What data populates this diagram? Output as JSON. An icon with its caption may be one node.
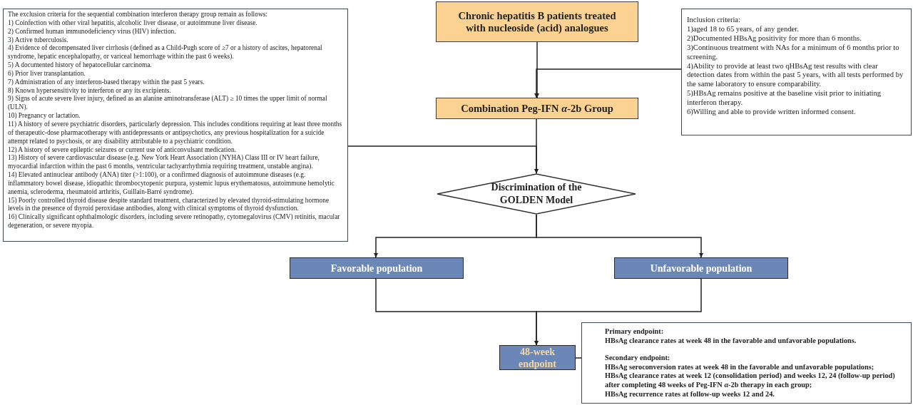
{
  "diagram": {
    "nodes": [
      {
        "text": [
          "Chronic hepatitis B patients treated with nucleoside (acid) analogues"
        ]
      },
      {
        "text": [
          "Inclusion criteria:",
          "1)aged 18 to 65 years, of any gender.",
          "2)Documented HBsAg positivity for more than 6 months.",
          "3)Continuous treatment with NAs for a minimum of 6 months prior to screening.",
          "4)Ability to provide at least two qHBsAg test results with clear detection dates from within the past 5 years, with all tests performed by the same laboratory to ensure comparability.",
          "5)HBsAg remains positive at the baseline visit prior to initiating interferon therapy.",
          "6)Willing and able to provide written informed consent."
        ]
      },
      {
        "text": [
          "Combination Peg-IFN *α*-2b Group"
        ]
      },
      {
        "text": [
          "The exclusion criteria for the sequential combination interferon therapy group remain as follows:",
          "1) Coinfection with other viral hepatitis, alcoholic liver disease, or autoimmune liver disease.",
          "2) Confirmed human immunodeficiency virus (HIV) infection.",
          "3) Active tuberculosis.",
          "4) Evidence of decompensated liver cirrhosis (defined as a Child-Pugh score of ≥7 or a history of ascites, hepatorenal syndrome, hepatic encephalopathy, or variceal hemorrhage within the past 6 weeks).",
          "5) A documented history of hepatocellular carcinoma.",
          "6) Prior liver transplantation.",
          "7) Administration of any interferon-based therapy within the past 5 years.",
          "8) Known hypersensitivity to interferon or any its excipients.",
          "9) Signs of acute severe liver injury, defined as an alanine aminotransferase (ALT) ≥ 10 times the upper limit of normal (ULN).",
          "10) Pregnancy or lactation.",
          "11) A history of severe psychiatric disorders, particularly depression. This includes conditions requiring at least three months of therapeutic-dose pharmacotherapy with antidepressants or antipsychotics, any previous hospitalization for a suicide attempt related to psychosis, or any disability attributable to a psychiatric condition.",
          "12) A history of severe epileptic seizures or current use of anticonvulsant medication.",
          "13) History of severe cardiovascular disease (e.g. New York Heart Association (NYHA) Class III or IV heart failure, myocardial infarction within the past 6 months, ventricular tachyarrhythmia requiring treatment, unstable angina).",
          "14) Elevated antinuclear antibody (ANA) titer (>1:100), or a confirmed diagnosis of autoimmune diseases (e.g. inflammatory bowel disease, idiopathic thrombocytopenic purpura, systemic lupus erythematosus, autoimmune hemolytic anemia, scleroderma, rheumatoid arthritis, Guillain-Barré syndrome).",
          "15) Poorly controlled thyroid disease despite standard treatment, characterized by elevated thyroid-stimulating hormone levels in the presence of thyroid peroxidase antibodies, along with clinical symptoms of thyroid dysfunction.",
          "16) Clinically significant ophthalmologic disorders, including severe retinopathy, cytomegalovirus (CMV) retinitis, macular degeneration, or severe myopia."
        ]
      },
      {
        "text": [
          "Discrimination of the GOLDEN Model"
        ]
      },
      {
        "text": [
          "Favorable population"
        ]
      },
      {
        "text": [
          "Unfavorable population"
        ]
      },
      {
        "text": [
          "48-week endpoint"
        ]
      },
      {
        "text": [
          "Primary endpoint:",
          "HBsAg clearance rates at week 48 in the favorable and unfavorable populations.",
          "Secondary endpoint:",
          "HBsAg seroconversion rates at week 48 in the favorable and unfavorable populations;",
          "HBsAg clearance rates at week 12 (consolidation period) and weeks 12, 24 (follow-up period) after completing 48 weeks of Peg-IFN *α*-2b therapy in each group;",
          "HBsAg recurrence rates at follow-up weeks 12 and 24."
        ]
      }
    ],
    "edges": [
      {
        "from": 0,
        "to": 2,
        "arrow": "to"
      },
      {
        "from": 1,
        "to": 2,
        "arrow": "to"
      },
      {
        "from": 2,
        "to": 4,
        "arrow": "to"
      },
      {
        "from": 3,
        "to": 4,
        "arrow": "to"
      },
      {
        "from": 4,
        "to": 5,
        "arrow": "to"
      },
      {
        "from": 4,
        "to": 6,
        "arrow": "to"
      },
      {
        "from": 5,
        "to": 7,
        "arrow": "to"
      },
      {
        "from": 6,
        "to": 7,
        "arrow": "to"
      },
      {
        "from": 7,
        "to": 8,
        "arrow": "none"
      }
    ]
  }
}
